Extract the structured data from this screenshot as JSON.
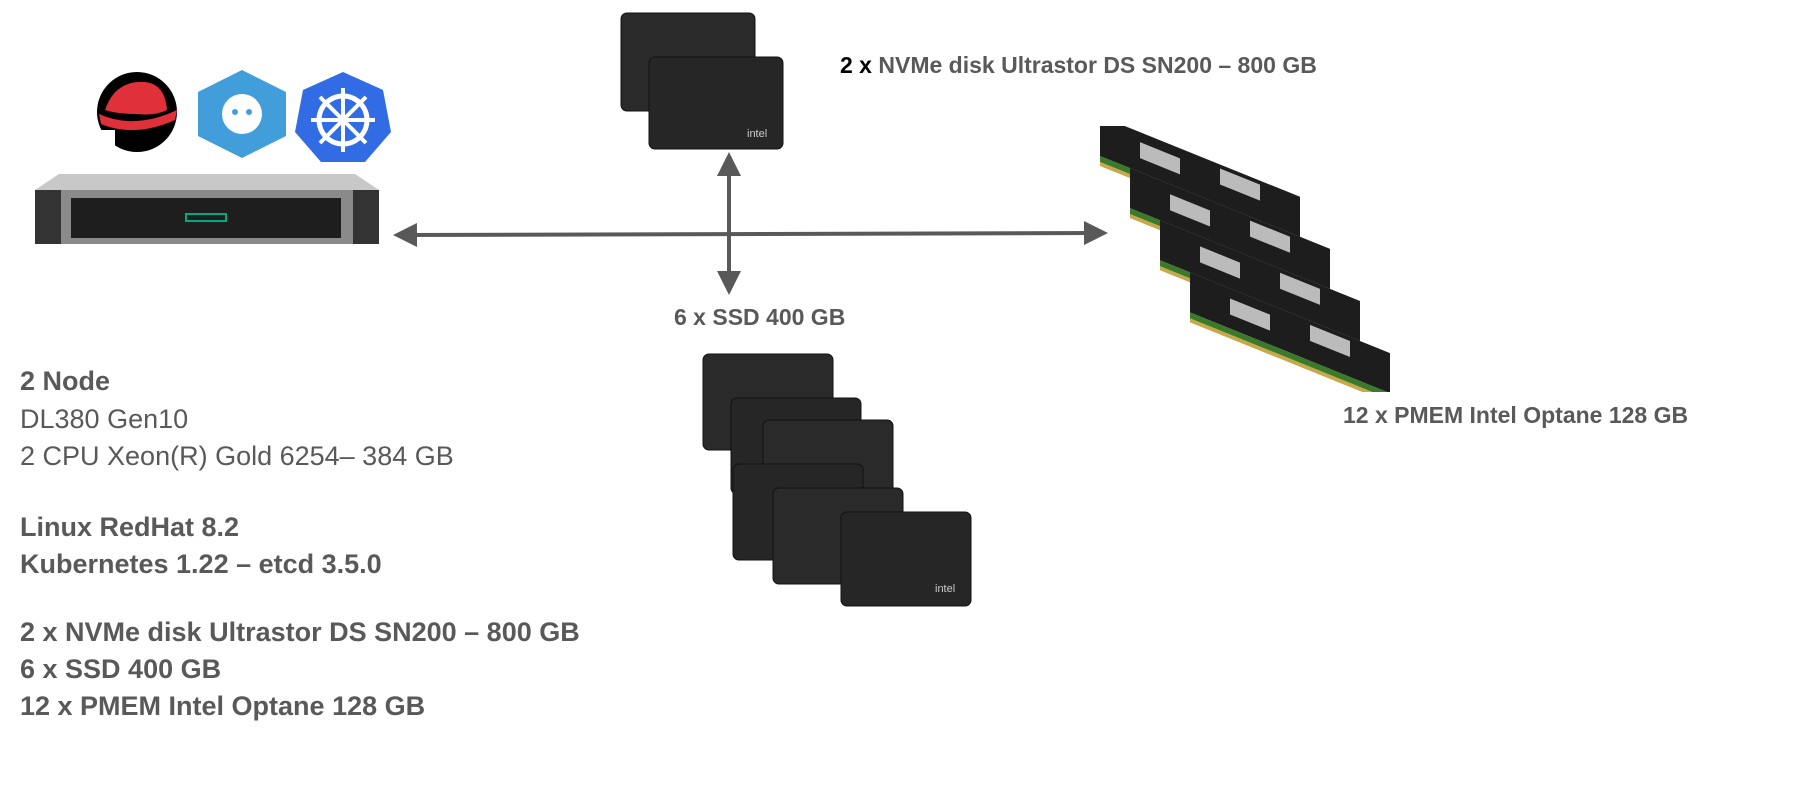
{
  "labels": {
    "nvme_prefix": "2 x",
    "nvme_rest": " NVMe disk Ultrastor DS SN200 – 800 GB",
    "ssd": "6 x SSD 400 GB",
    "pmem": "12 x PMEM Intel Optane 128 GB"
  },
  "specs": {
    "node": "2 Node",
    "model": "DL380 Gen10",
    "cpu": "2 CPU Xeon(R) Gold 6254– 384 GB",
    "os": "Linux RedHat 8.2",
    "k8s": "Kubernetes 1.22 – etcd 3.5.0",
    "disk_nvme": "2 x NVMe disk Ultrastor DS SN200 – 800 GB",
    "disk_ssd": "6 x SSD 400 GB",
    "disk_pmem": "12 x PMEM Intel Optane 128 GB"
  },
  "drive_brand": "intel",
  "colors": {
    "text": "#595959",
    "redhat": "#e0303a",
    "etcd": "#419eda",
    "k8s": "#326ce5",
    "arrow": "#595959"
  }
}
